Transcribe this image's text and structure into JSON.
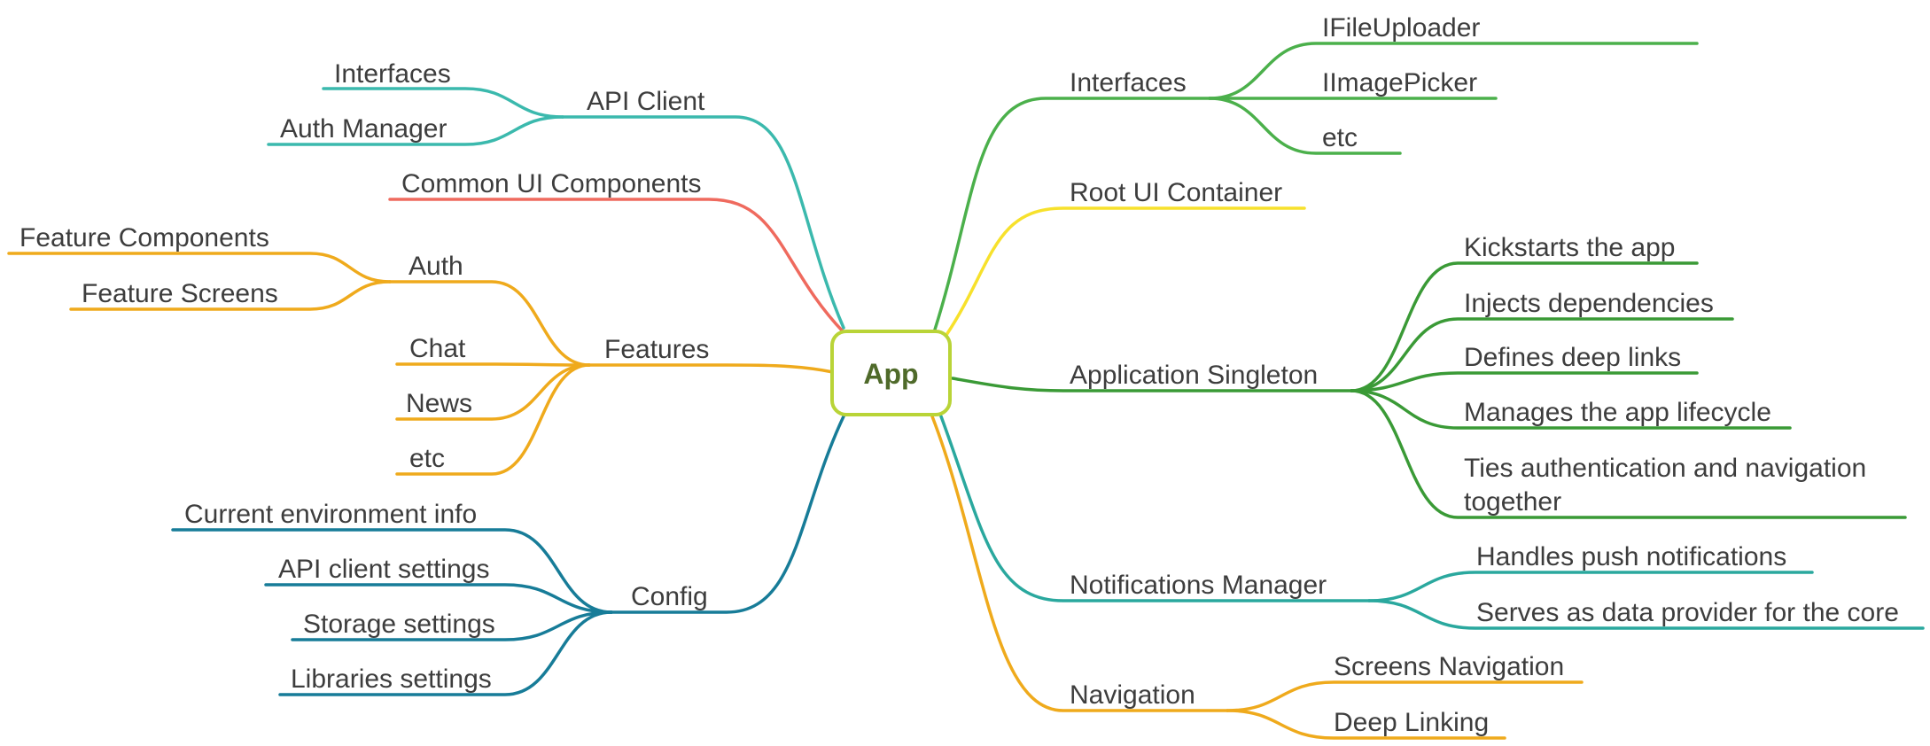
{
  "center": {
    "label": "App",
    "border": "#b9d437",
    "text_color": "#4f6a2a"
  },
  "colors": {
    "api_client": "#3bb9ad",
    "common_ui": "#ef6a5e",
    "features": "#efaa1c",
    "config": "#177c98",
    "interfaces": "#4bb04b",
    "root_ui": "#f7e12c",
    "singleton": "#3a9a36",
    "notifications": "#2aa89e",
    "navigation": "#efaa1c"
  },
  "left": {
    "api_client": {
      "label": "API Client",
      "children": [
        "Interfaces",
        "Auth Manager"
      ]
    },
    "common_ui": {
      "label": "Common UI Components"
    },
    "features": {
      "label": "Features",
      "auth": {
        "label": "Auth",
        "children": [
          "Feature Components",
          "Feature Screens"
        ]
      },
      "children": [
        "Chat",
        "News",
        "etc"
      ]
    },
    "config": {
      "label": "Config",
      "children": [
        "Current environment info",
        "API client settings",
        "Storage settings",
        "Libraries settings"
      ]
    }
  },
  "right": {
    "interfaces": {
      "label": "Interfaces",
      "children": [
        "IFileUploader",
        "IImagePicker",
        "etc"
      ]
    },
    "root_ui": {
      "label": "Root UI Container"
    },
    "singleton": {
      "label": "Application Singleton",
      "children": [
        "Kickstarts the app",
        "Injects dependencies",
        "Defines deep links",
        "Manages the app lifecycle"
      ],
      "last_child_lines": [
        "Ties authentication and navigation",
        "together"
      ]
    },
    "notifications": {
      "label": "Notifications Manager",
      "children": [
        "Handles push notifications",
        "Serves as data provider for the core"
      ]
    },
    "navigation": {
      "label": "Navigation",
      "children": [
        "Screens Navigation",
        "Deep Linking"
      ]
    }
  }
}
